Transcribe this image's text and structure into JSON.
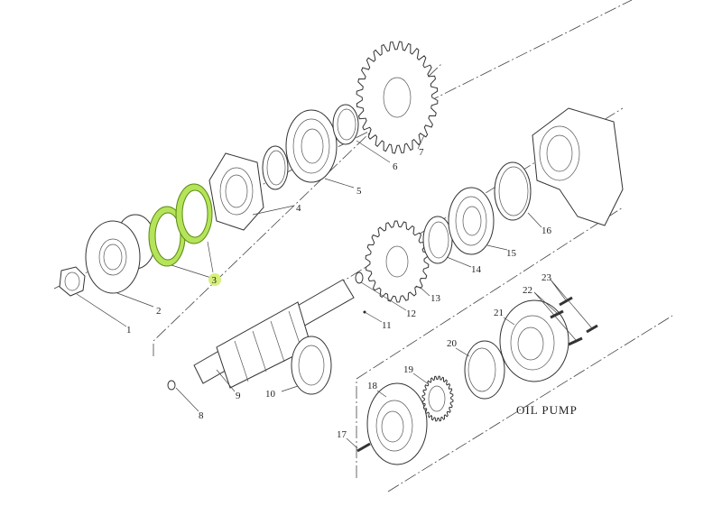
{
  "diagram": {
    "labels": {
      "1": "1",
      "2": "2",
      "3": "3",
      "4": "4",
      "5": "5",
      "6": "6",
      "7": "7",
      "8": "8",
      "9": "9",
      "10": "10",
      "11": "11",
      "12": "12",
      "13": "13",
      "14": "14",
      "15": "15",
      "16": "16",
      "17": "17",
      "18": "18",
      "19": "19",
      "20": "20",
      "21": "21",
      "22": "22",
      "23": "23"
    },
    "oil_pump_caption": "OIL PUMP",
    "highlighted_part": "3",
    "colors": {
      "highlight": "#b5e35a",
      "highlight_badge": "#d6f07a",
      "line": "#333333"
    }
  }
}
